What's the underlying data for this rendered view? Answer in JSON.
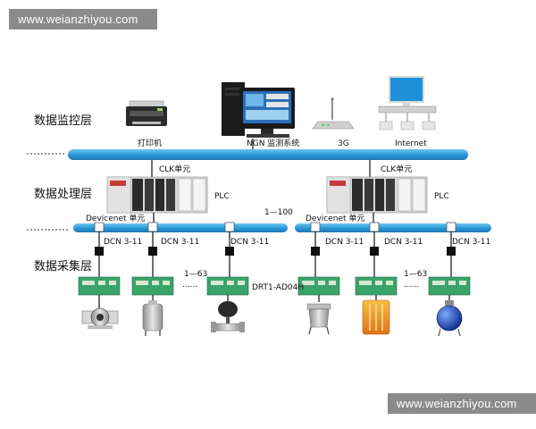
{
  "watermark": {
    "top": "www.weianzhiyou.com",
    "bottom": "www.weianzhiyou.com"
  },
  "layers": {
    "monitor": "数据监控层",
    "process": "数据处理层",
    "collect": "数据采集层"
  },
  "monitor_devices": {
    "printer": "打印机",
    "ngn": "NGN 监测系统",
    "wireless": "3G",
    "internet": "Internet"
  },
  "units": {
    "clk_left": "CLK单元",
    "clk_right": "CLK单元",
    "plc_left": "PLC",
    "plc_right": "PLC",
    "devicenet_left": "Devicenet 单元",
    "devicenet_right": "Devicenet 单元",
    "range_units": "1—100"
  },
  "dcn": [
    "DCN 3-11",
    "DCN 3-11",
    "DCN 3-11",
    "DCN 3-11",
    "DCN 3-11",
    "DCN 3-11"
  ],
  "io_module": "DRT1-AD04H",
  "range_io_left": "1—63",
  "range_io_right": "1—63",
  "colors": {
    "bus": "#39a8e0",
    "bus_dark": "#1f7fc0",
    "board": "#3aa36a",
    "heater": "#f0a020"
  }
}
